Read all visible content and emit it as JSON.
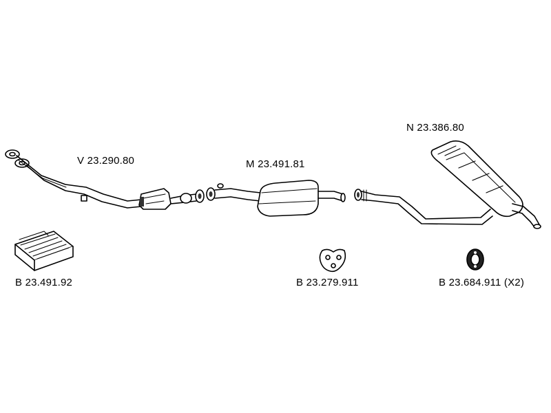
{
  "diagram": {
    "parts": [
      {
        "id": "front_pipe",
        "code": "V 23.290.80"
      },
      {
        "id": "middle_silencer",
        "code": "M 23.491.81"
      },
      {
        "id": "rear_silencer",
        "code": "N 23.386.80"
      },
      {
        "id": "mounting_kit",
        "code": "B 23.491.92"
      },
      {
        "id": "rubber_hanger_a",
        "code": "B 23.279.911"
      },
      {
        "id": "rubber_hanger_b",
        "code": "B 23.684.911 (X2)"
      }
    ]
  },
  "colors": {
    "line": "#000000",
    "fill": "#ffffff",
    "shade": "#333333"
  }
}
